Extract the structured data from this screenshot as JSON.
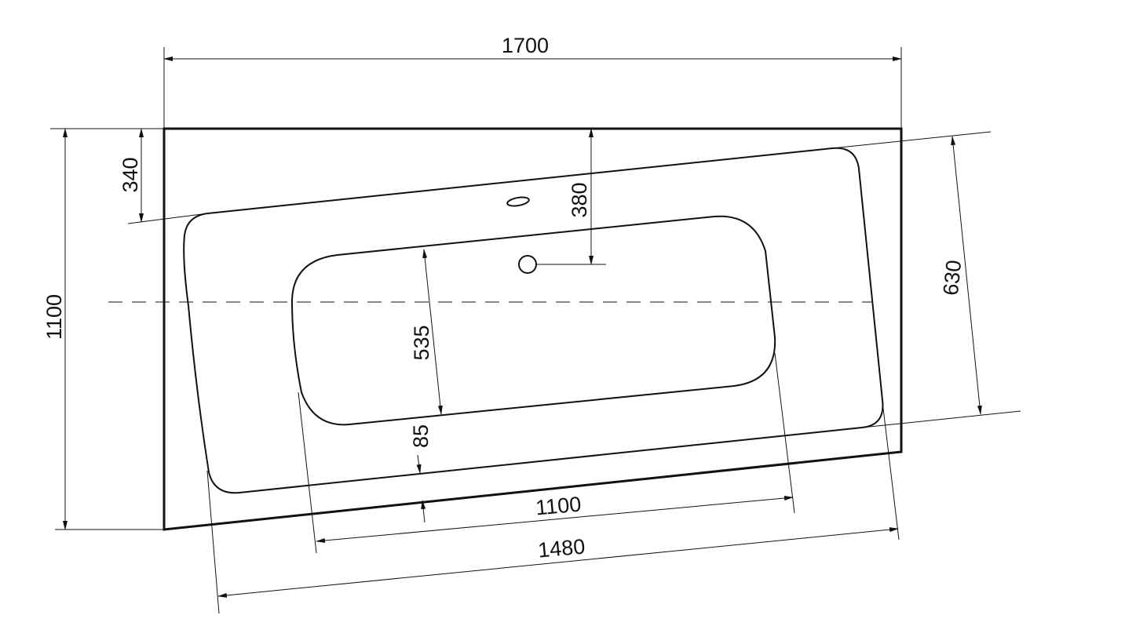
{
  "drawing": {
    "dimensions": {
      "overall_length": "1700",
      "overall_width": "1100",
      "left_offset": "340",
      "drain_offset": "380",
      "outer_bowl_width": "630",
      "inner_bowl_width": "535",
      "rim_margin": "85",
      "inner_bowl_length": "1100",
      "outer_bowl_length": "1480"
    }
  }
}
